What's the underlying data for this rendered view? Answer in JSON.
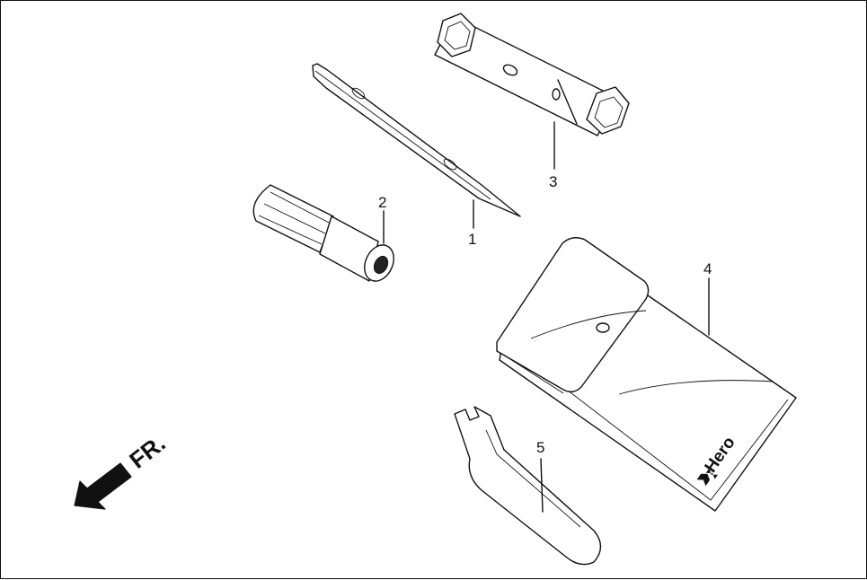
{
  "diagram": {
    "callouts": [
      {
        "id": "1",
        "label": "1",
        "part": "screwdriver-bit"
      },
      {
        "id": "2",
        "label": "2",
        "part": "screwdriver-handle"
      },
      {
        "id": "3",
        "label": "3",
        "part": "box-spanner"
      },
      {
        "id": "4",
        "label": "4",
        "part": "tool-pouch"
      },
      {
        "id": "5",
        "label": "5",
        "part": "hook-spanner"
      }
    ],
    "direction_label": "FR.",
    "pouch_brand": "Hero"
  }
}
